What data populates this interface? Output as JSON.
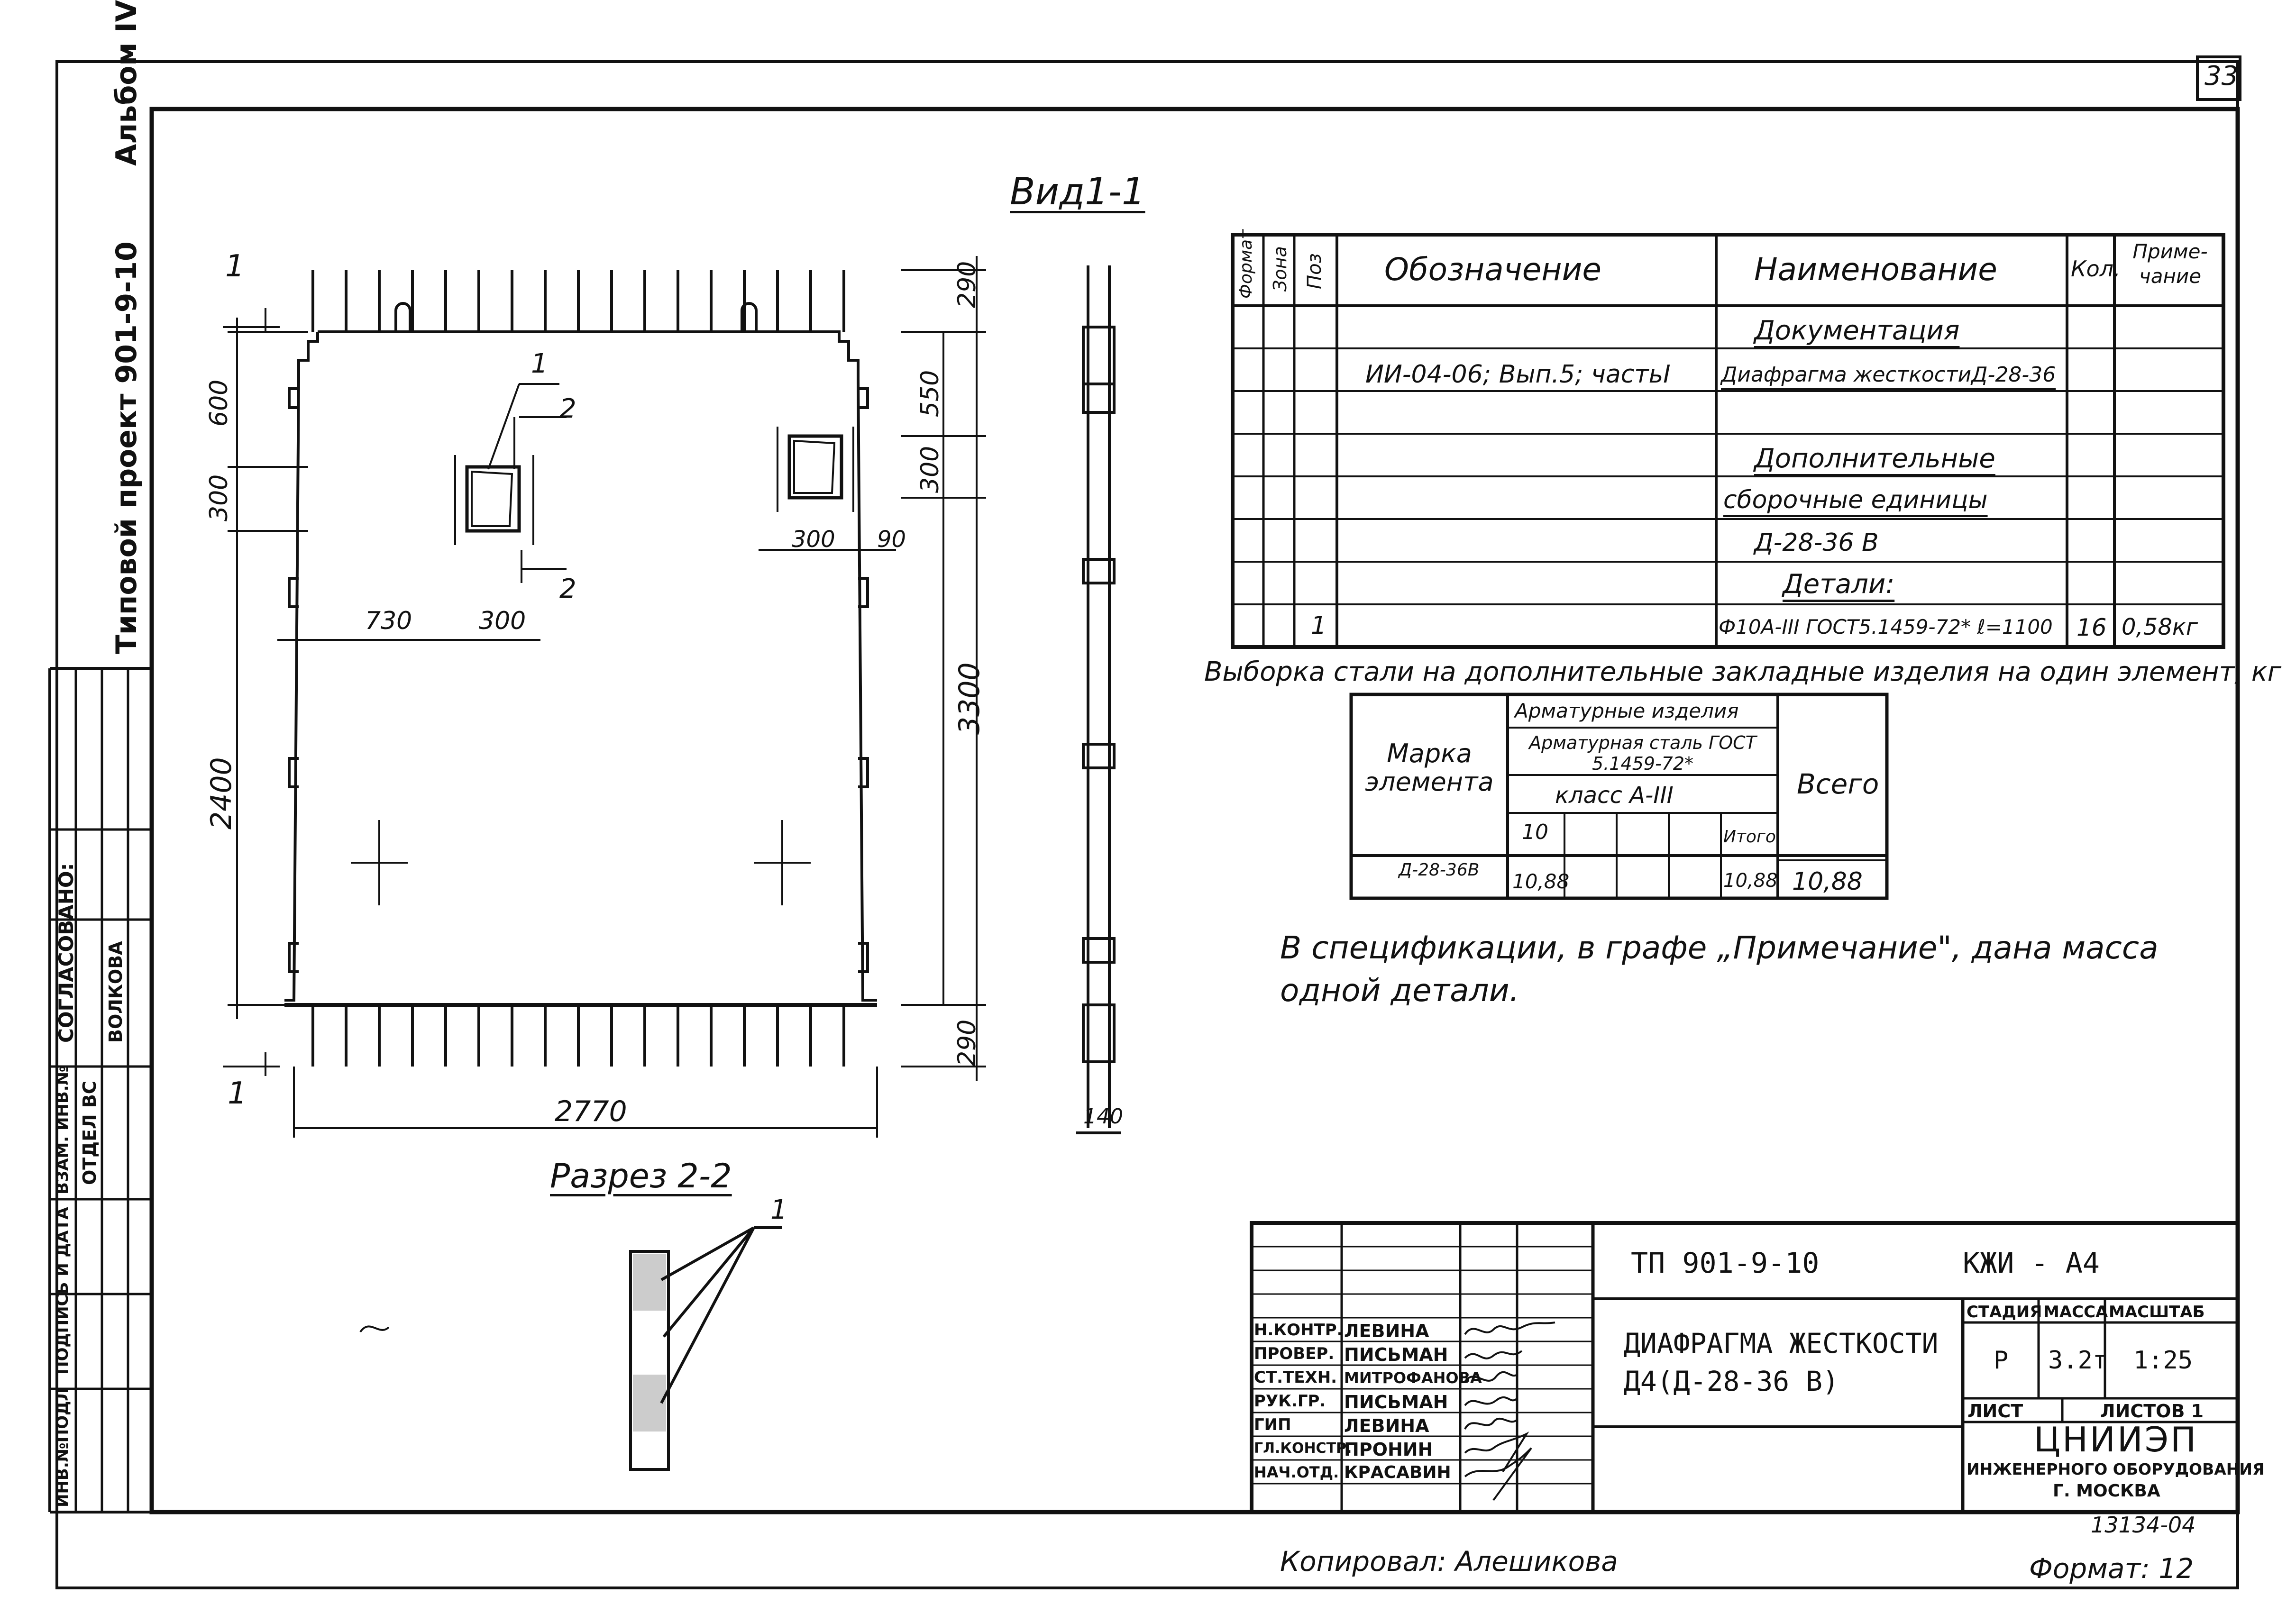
{
  "sheet": {
    "page_number": "33",
    "album": "Альбом IV",
    "project": "Типовой проект 901-9-10",
    "copied_by": "Копировал: Алешикова",
    "format": "Формат: 12",
    "order_no": "13134-04"
  },
  "left_stamp": {
    "agreed": "СОГЛАСОВАНО:",
    "dept_label": "ОТДЕЛ ВС",
    "dept_person": "ВОЛКОВА",
    "inv_original": "ИНВ.№ПОДЛ",
    "signature_date": "ПОДПИСЬ И ДАТА",
    "replaced_inv": "ВЗАМ. ИНВ.№"
  },
  "drawing": {
    "view_title": "Вид1-1",
    "section_title": "Разрез 2-2",
    "dimensions": {
      "top_290": "290",
      "right_550": "550",
      "right_300": "300",
      "right_3300": "3300",
      "bottom_290": "290",
      "left_600": "600",
      "left_300": "300",
      "left_2400": "2400",
      "d730": "730",
      "d300a": "300",
      "d300b": "300",
      "d90": "90",
      "width_2770": "2770",
      "side_140": "140"
    },
    "marks": {
      "cut1_top": "1",
      "cut1_bottom": "1",
      "cut2_top": "2",
      "cut2_bottom": "2",
      "pos1": "1",
      "sec_pos1": "1"
    }
  },
  "spec_table": {
    "headers": {
      "format": "Формат",
      "zone": "Зона",
      "pos": "Поз",
      "designation": "Обозначение",
      "name": "Наименование",
      "qty": "Кол.",
      "note": "Приме-чание"
    },
    "rows": [
      {
        "pos": "",
        "designation": "",
        "name": "Документация",
        "qty": "",
        "note": "",
        "underline": true
      },
      {
        "pos": "",
        "designation": "ИИ-04-06; Вып.5; частьI",
        "name": "Диафрагма жесткостиД-28-36",
        "qty": "",
        "note": "",
        "underline": false
      },
      {
        "pos": "",
        "designation": "",
        "name": "",
        "qty": "",
        "note": "",
        "underline": false
      },
      {
        "pos": "",
        "designation": "",
        "name": "Дополнительные",
        "qty": "",
        "note": "",
        "underline": true
      },
      {
        "pos": "",
        "designation": "",
        "name": "сборочные единицы",
        "qty": "",
        "note": "",
        "underline": true
      },
      {
        "pos": "",
        "designation": "",
        "name": "Д-28-36 В",
        "qty": "",
        "note": "",
        "underline": false
      },
      {
        "pos": "",
        "designation": "",
        "name": "Детали:",
        "qty": "",
        "note": "",
        "underline": true
      },
      {
        "pos": "1",
        "designation": "",
        "name": "Ф10А-III ГОСТ5.1459-72* ℓ=1100",
        "qty": "16",
        "note": "0,58кг",
        "underline": false
      }
    ]
  },
  "steel": {
    "caption": "Выборка стали на дополнительные закладные изделия на один элемент, кг",
    "mark_header": "Марка элемента",
    "group_header": "Арматурные изделия",
    "sub_header": "Арматурная сталь ГОСТ 5.1459-72*",
    "class_header": "класс А-III",
    "total_header": "Всего",
    "col_10": "10",
    "col_itogo": "Итого",
    "row_mark": "Д-28-36В",
    "row_10": "10,88",
    "row_itogo": "10,88",
    "row_total": "10,88"
  },
  "note_text": "В спецификации, в графе „Примечание\", дана масса одной детали.",
  "title_block": {
    "project_code": "ТП 901-9-10",
    "sheet_code": "КЖИ - А4",
    "title_line1": "ДИАФРАГМА ЖЕСТКОСТИ",
    "title_line2": "Д4(Д-28-36 В)",
    "stage_label": "СТАДИЯ",
    "mass_label": "МАССА",
    "scale_label": "МАСШТАБ",
    "stage": "Р",
    "mass": "3.2т",
    "scale": "1:25",
    "sheet_label": "ЛИСТ",
    "sheets_label": "ЛИСТОВ 1",
    "org_name": "ЦНИИЭП",
    "org_line2": "ИНЖЕНЕРНОГО ОБОРУДОВАНИЯ",
    "org_city": "Г. МОСКВА",
    "people": [
      {
        "role": "Н.КОНТР.",
        "name": "ЛЕВИНА"
      },
      {
        "role": "ПРОВЕР.",
        "name": "ПИСЬМАН"
      },
      {
        "role": "СТ.ТЕХН.",
        "name": "МИТРОФАНОВА"
      },
      {
        "role": "РУК.ГР.",
        "name": "ПИСЬМАН"
      },
      {
        "role": "ГИП",
        "name": "ЛЕВИНА"
      },
      {
        "role": "ГЛ.КОНСТР.",
        "name": "ПРОНИН"
      },
      {
        "role": "НАЧ.ОТД.",
        "name": "КРАСАВИН"
      }
    ]
  }
}
